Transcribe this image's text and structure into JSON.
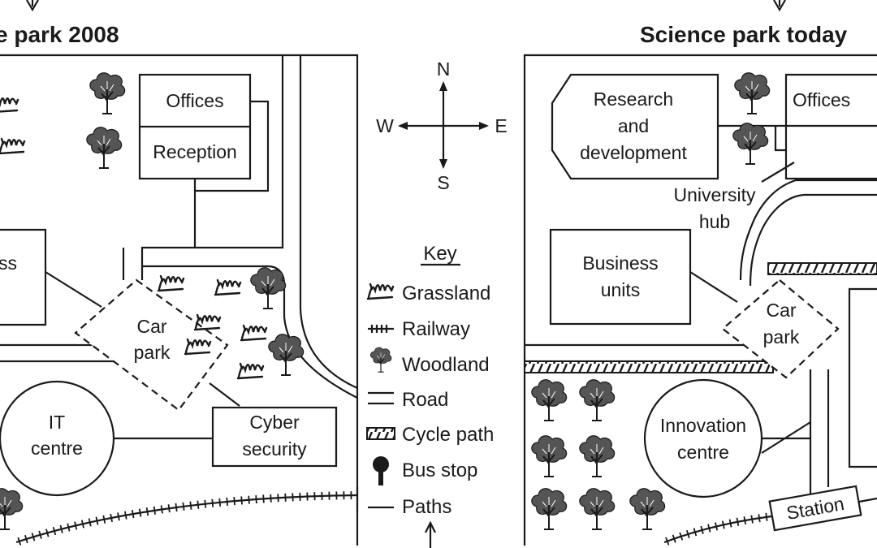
{
  "maps": [
    {
      "title": "e park  2008",
      "labels": {
        "offices": "Offices",
        "reception": "Reception",
        "business": "ss",
        "car_park_1": "Car",
        "car_park_2": "park",
        "it_centre_1": "IT",
        "it_centre_2": "centre",
        "cyber_1": "Cyber",
        "cyber_2": "security"
      }
    },
    {
      "title": "Science park today",
      "labels": {
        "rd_1": "Research",
        "rd_2": "and",
        "rd_3": "development",
        "offices": "Offices",
        "hub_1": "University",
        "hub_2": "hub",
        "business_1": "Business",
        "business_2": "units",
        "car_park_1": "Car",
        "car_park_2": "park",
        "innovation_1": "Innovation",
        "innovation_2": "centre",
        "station": "Station"
      }
    }
  ],
  "compass": {
    "n": "N",
    "s": "S",
    "e": "E",
    "w": "W"
  },
  "key": {
    "title": "Key",
    "items": [
      {
        "icon": "grassland-icon",
        "label": "Grassland"
      },
      {
        "icon": "railway-icon",
        "label": "Railway"
      },
      {
        "icon": "woodland-icon",
        "label": "Woodland"
      },
      {
        "icon": "road-icon",
        "label": "Road"
      },
      {
        "icon": "cycle-path-icon",
        "label": "Cycle path"
      },
      {
        "icon": "bus-stop-icon",
        "label": "Bus stop"
      },
      {
        "icon": "paths-icon",
        "label": "Paths"
      }
    ]
  }
}
